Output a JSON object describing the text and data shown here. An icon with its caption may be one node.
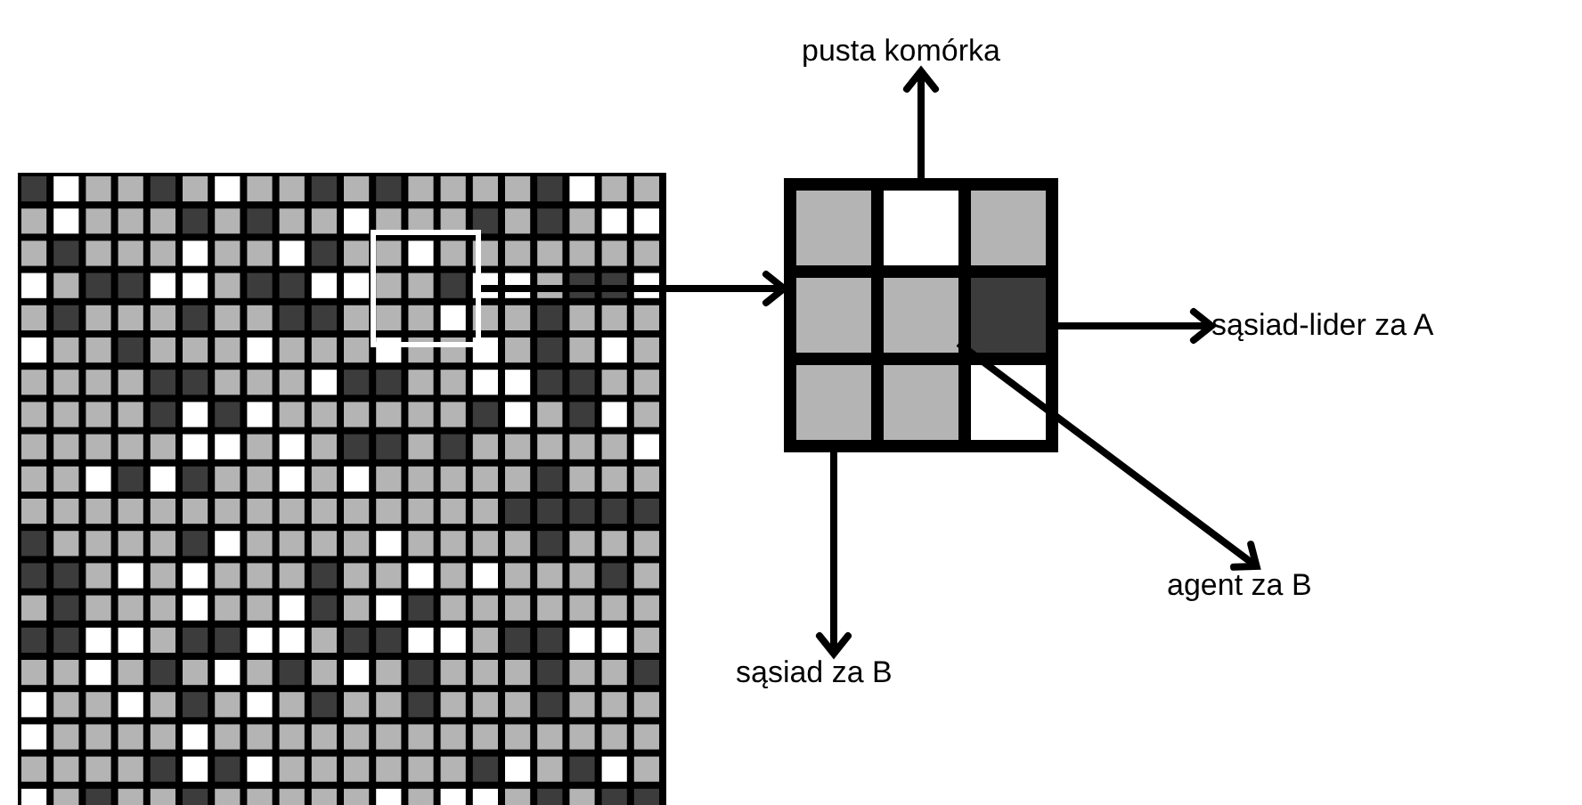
{
  "diagram": {
    "nodes": [
      {
        "text": [],
        "shape": "picture"
      },
      {
        "text": [],
        "shape": "box",
        "in": 0
      },
      {
        "text": [],
        "shape": "box"
      },
      {
        "text": [],
        "shape": "box",
        "in": 2
      },
      {
        "text": [],
        "shape": "box",
        "in": 2
      },
      {
        "text": [],
        "shape": "box",
        "in": 2
      },
      {
        "text": [],
        "shape": "box",
        "in": 2
      },
      {
        "text": [
          "pusta komórka"
        ]
      },
      {
        "text": [
          "sąsiad-lider za A"
        ]
      },
      {
        "text": [
          "agent za B"
        ]
      },
      {
        "text": [
          "sąsiad za B"
        ]
      }
    ],
    "edges": [
      {
        "from": 1,
        "to": 2,
        "arrow": "to"
      },
      {
        "from": 3,
        "to": 7,
        "arrow": "to"
      },
      {
        "from": 5,
        "to": 8,
        "arrow": "to"
      },
      {
        "from": 4,
        "to": 9,
        "arrow": "to"
      },
      {
        "from": 6,
        "to": 10,
        "arrow": "to"
      }
    ]
  }
}
